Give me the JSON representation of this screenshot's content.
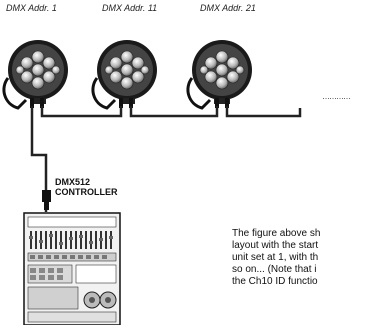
{
  "fixtures": [
    {
      "address_label": "DMX Addr. 1"
    },
    {
      "address_label": "DMX Addr. 11"
    },
    {
      "address_label": "DMX Addr. 21"
    }
  ],
  "continuation_symbol": "…………",
  "controller": {
    "label_line1": "DMX512",
    "label_line2": "CONTROLLER"
  },
  "description": {
    "lines": [
      "The figure above sh",
      "layout with the start",
      "unit set at 1, with th",
      "so on... (Note that i",
      "the Ch10 ID functio"
    ]
  },
  "colors": {
    "ink": "#111111",
    "cable": "#222222",
    "lens": "#9a9a9a",
    "lens_dark": "#3a3a3a",
    "panel": "#e8e8e8"
  }
}
